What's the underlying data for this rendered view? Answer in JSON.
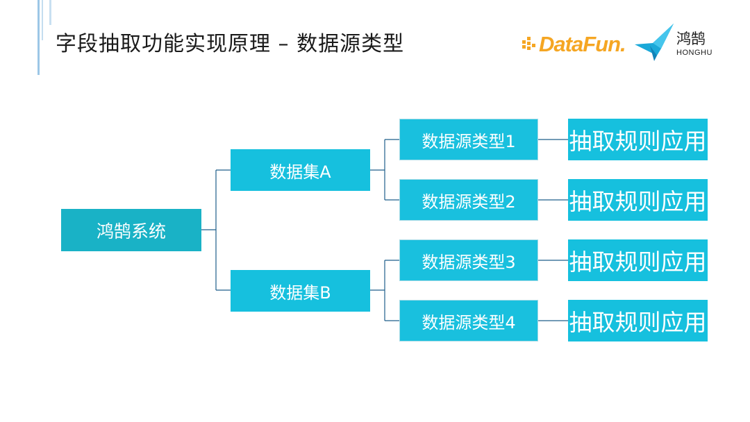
{
  "header": {
    "title": "字段抽取功能实现原理 – 数据源类型",
    "logos": {
      "datafun": "DataFun.",
      "honghu_cn": "鸿鹄",
      "honghu_en": "HONGHU"
    }
  },
  "tree": {
    "root": "鸿鹄系统",
    "datasets": [
      {
        "label": "数据集A",
        "sources": [
          {
            "label": "数据源类型1",
            "rule": "抽取规则应用"
          },
          {
            "label": "数据源类型2",
            "rule": "抽取规则应用"
          }
        ]
      },
      {
        "label": "数据集B",
        "sources": [
          {
            "label": "数据源类型3",
            "rule": "抽取规则应用"
          },
          {
            "label": "数据源类型4",
            "rule": "抽取规则应用"
          }
        ]
      }
    ]
  },
  "colors": {
    "root_fill": "#19b2c6",
    "node_fill": "#16c0de",
    "connector": "#1d5d8a",
    "accent_orange": "#f5a623",
    "accent_blue": "#1aa8d8"
  }
}
